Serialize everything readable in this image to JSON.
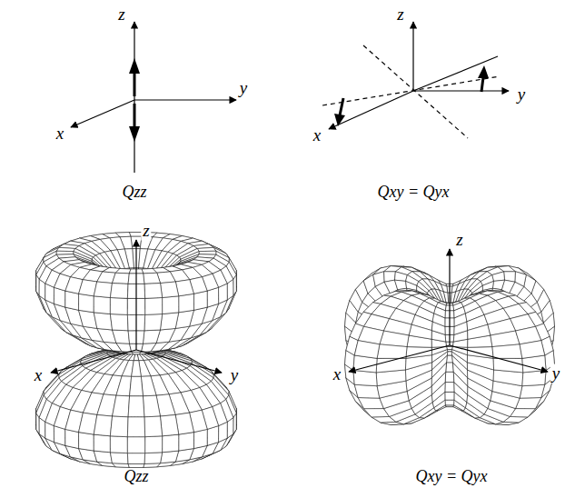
{
  "diagram": {
    "labels": [
      "z",
      "y",
      "x",
      "Qzz",
      "z",
      "y",
      "x",
      "Qxy = Qyx",
      "z",
      "x",
      "y",
      "Qzz",
      "z",
      "x",
      "y",
      "Qxy = Qyx"
    ]
  }
}
